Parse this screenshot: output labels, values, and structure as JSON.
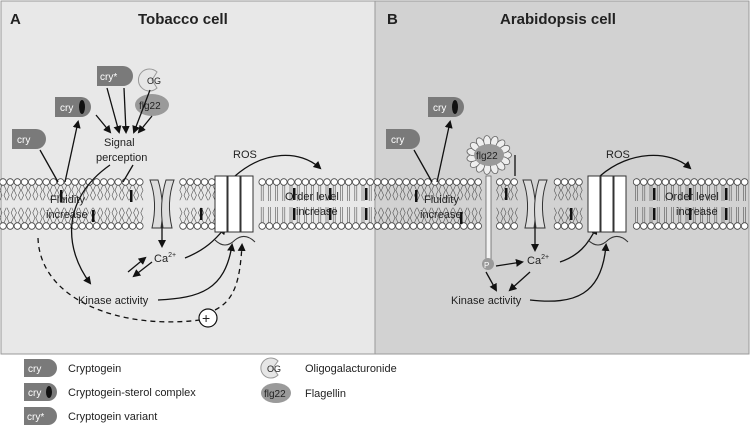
{
  "panels": [
    {
      "letter": "A",
      "title": "Tobacco cell"
    },
    {
      "letter": "B",
      "title": "Arabidopsis cell"
    }
  ],
  "molecules": {
    "cry": "cry",
    "cry_variant": "cry*",
    "og": "OG",
    "flg22": "flg22",
    "phospho": "P",
    "plus": "+"
  },
  "labels": {
    "signal_perception_1": "Signal",
    "signal_perception_2": "perception",
    "ros": "ROS",
    "fluidity_1": "Fluidity",
    "fluidity_2": "increase",
    "order_1": "Order level",
    "order_2": "increase",
    "calcium_base": "Ca",
    "calcium_sup": "2+",
    "kinase": "Kinase activity"
  },
  "legend": [
    {
      "icon": "cry",
      "label": "Cryptogein"
    },
    {
      "icon": "cry-sterol",
      "label": "Cryptogein-sterol complex"
    },
    {
      "icon": "cry*",
      "label": "Cryptogein variant"
    },
    {
      "icon": "OG",
      "label": "Oligogalacturonide"
    },
    {
      "icon": "flg22",
      "label": "Flagellin"
    }
  ],
  "colors": {
    "panel_a_bg": "#e8e8e8",
    "panel_b_bg": "#d2d2d2",
    "cry_fill": "#7a7a7a",
    "flg22_fill": "#9a9a9a",
    "og_fill": "#e6e6e6",
    "raft_fill": "#111111"
  }
}
